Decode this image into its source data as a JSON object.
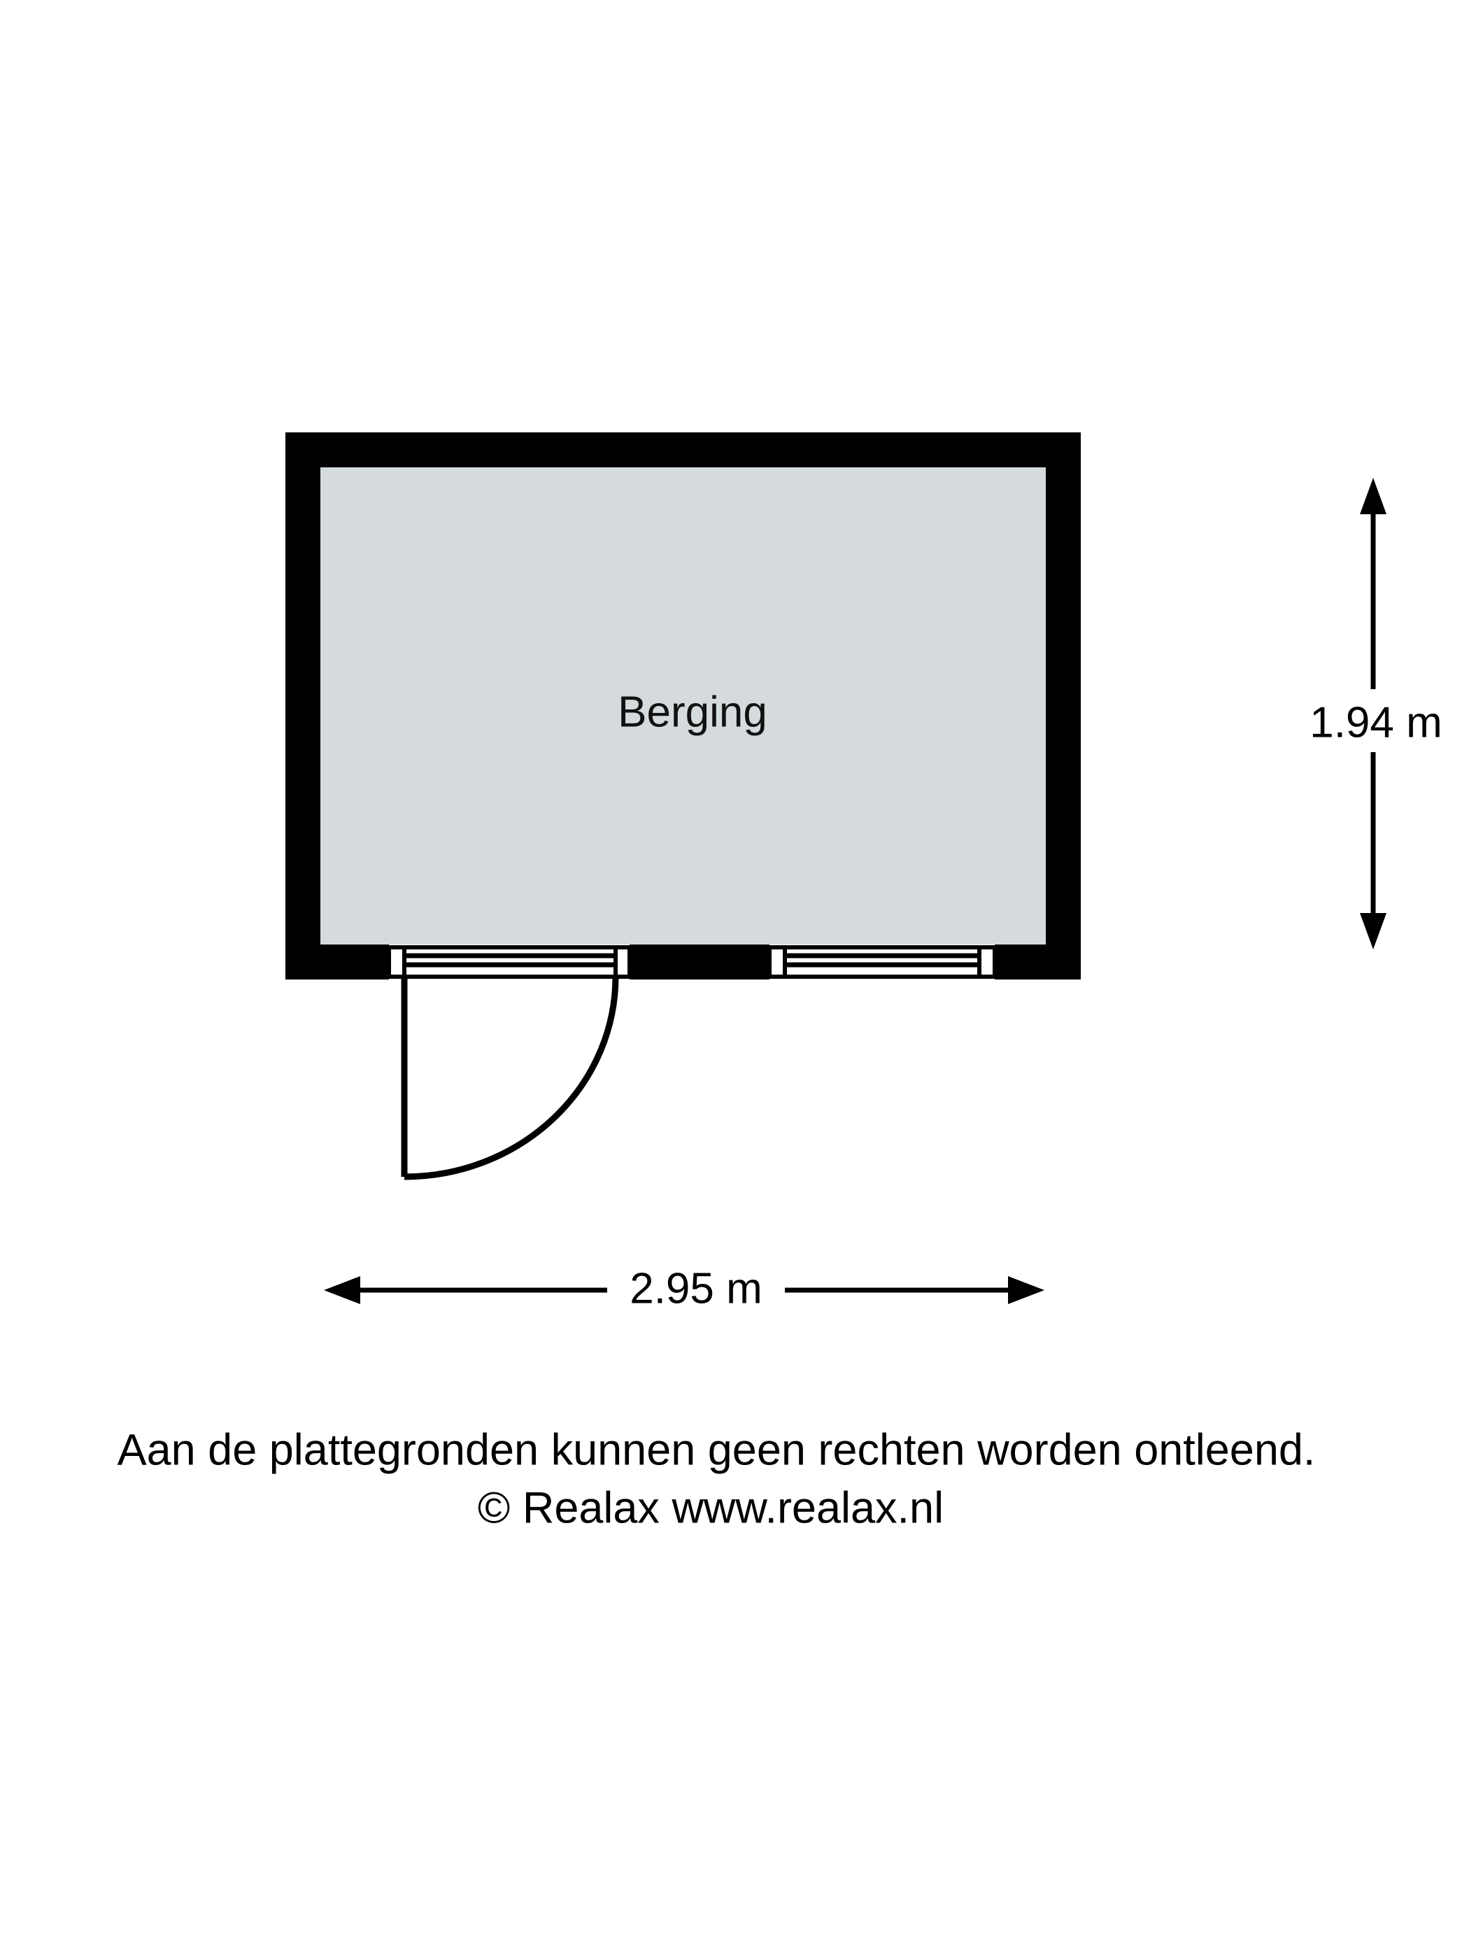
{
  "plan": {
    "rooms": [
      {
        "name": "Berging",
        "label": "Berging"
      }
    ],
    "dimensions": {
      "width": {
        "label": "2.95 m",
        "value": 2.95,
        "unit": "m",
        "orientation": "horizontal"
      },
      "height": {
        "label": "1.94 m",
        "value": 1.94,
        "unit": "m",
        "orientation": "vertical"
      }
    },
    "openings": [
      {
        "type": "door",
        "name": "entry-door",
        "swing": "left",
        "hinge": "right"
      },
      {
        "type": "window",
        "name": "window-right"
      }
    ],
    "colors": {
      "wall": "#000000",
      "floor": "#d5dadd",
      "background": "#ffffff",
      "text": "#000000"
    }
  },
  "footer": {
    "line1": "Aan de plattegronden kunnen geen rechten worden ontleend.",
    "line2": "© Realax www.realax.nl"
  }
}
